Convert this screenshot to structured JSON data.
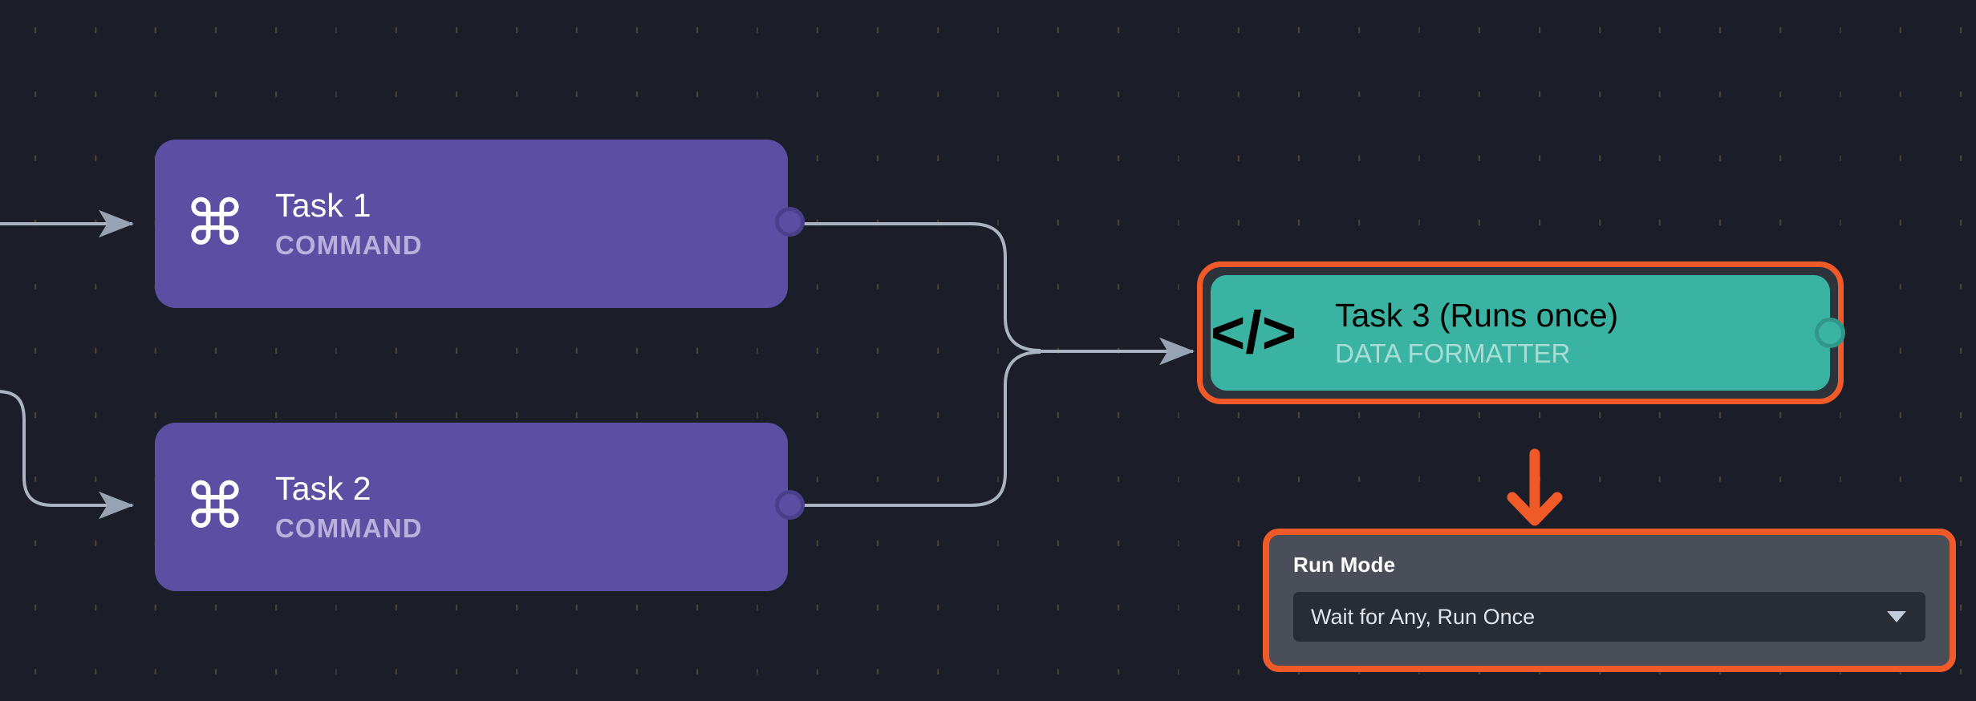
{
  "canvas": {
    "background_color": "#1b1e28",
    "grid_dot_color": "#494534"
  },
  "nodes": [
    {
      "id": "task-1",
      "title": "Task 1",
      "subtitle": "COMMAND",
      "icon": "command-icon",
      "icon_glyph": "⌘",
      "color": "#5c4fa3",
      "text_color": "#ffffff",
      "subtitle_color": "#b9b1dc",
      "highlighted": false
    },
    {
      "id": "task-2",
      "title": "Task 2",
      "subtitle": "COMMAND",
      "icon": "command-icon",
      "icon_glyph": "⌘",
      "color": "#5c4fa3",
      "text_color": "#ffffff",
      "subtitle_color": "#b9b1dc",
      "highlighted": false
    },
    {
      "id": "task-3",
      "title": "Task 3 (Runs once)",
      "subtitle": "DATA FORMATTER",
      "icon": "code-brackets-icon",
      "icon_glyph": "</>",
      "color": "#3bb3a2",
      "text_color": "#ffffff",
      "subtitle_color": "#a8ddd5",
      "highlighted": true,
      "highlight_color": "#f05a28"
    }
  ],
  "panel": {
    "title": "Run Mode",
    "background_color": "#4a4e58",
    "border_color": "#f05a28",
    "select": {
      "value": "Wait for Any, Run Once",
      "field_color": "#282c34",
      "chevron": "chevron-down-icon"
    }
  },
  "edges": {
    "wire_color": "#aab4c0",
    "highlight_arrow_color": "#f05a28"
  }
}
